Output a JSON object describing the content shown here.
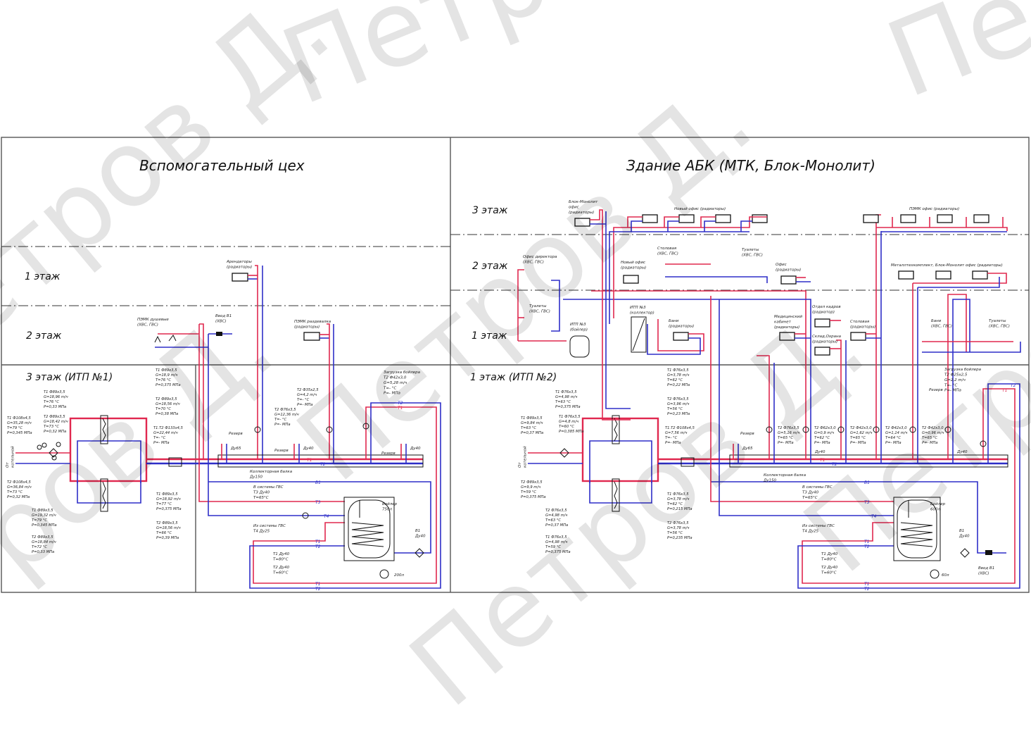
{
  "watermark": "Петров Д.",
  "left": {
    "title": "Вспомогательный цех",
    "floors": [
      "1 этаж",
      "2 этаж",
      "3 этаж (ИТП №1)"
    ],
    "labels": {
      "arendatory": [
        "Арендаторы",
        "(радиаторы)"
      ],
      "showers": [
        "ПЭМК душевые",
        "(ХВС, ГВС)"
      ],
      "water_inlet": [
        "Ввод В1",
        "(ХВС)"
      ],
      "locker": [
        "ПЭМК раздевалка",
        "(радиаторы)"
      ],
      "boiler_load": [
        "Загрузка бойлера",
        "Т2 Ф42х3,0",
        "G=5,28 m/ч",
        "T=- °C",
        "P=- МПа"
      ],
      "from_boiler_house": [
        "От",
        "котельной"
      ],
      "collector": [
        "Коллекторная балка",
        "Ду150"
      ],
      "reserve": "Резерв",
      "boiler": [
        "Бойлер",
        "750л"
      ],
      "exp_tank": "200л",
      "to_dhw": [
        "В системы ГВС",
        "Т3 Ду40",
        "T=65°C"
      ],
      "from_dhw": [
        "Из системы ГВС",
        "Т4 Ду25"
      ],
      "t1_du": [
        "Т1 Ду40",
        "T=80°C"
      ],
      "t2_du": [
        "Т2 Ду40",
        "T=60°C"
      ],
      "b1_du": [
        "В1",
        "Ду40"
      ],
      "du65": "Ду65",
      "du40": "Ду40"
    },
    "annotations": [
      [
        "Т1 Ф108х4,5",
        "G=35,28 m/ч",
        "T=79 °C",
        "P=0,345 МПа"
      ],
      [
        "Т2 Ф108х4,5",
        "G=36,84 m/ч",
        "T=73 °C",
        "P=0,32 МПа"
      ],
      [
        "Т1 Ф89х3,5",
        "G=18,96 m/ч",
        "T=76 °C",
        "P=0,33 МПа"
      ],
      [
        "Т2 Ф89х3,5",
        "G=18,42 m/ч",
        "T=73 °C",
        "P=0,32 МПа"
      ],
      [
        "Т1 Ф89х3,5",
        "G=18,9 m/ч",
        "T=76 °C",
        "P=0,375 МПа"
      ],
      [
        "Т2 Ф89х3,5",
        "G=18,56 m/ч",
        "T=70 °C",
        "P=0,38 МПа"
      ],
      [
        "Т1.Т2 Ф133х4,5",
        "G=22,44 m/ч",
        "T=- °C",
        "P=- МПа"
      ],
      [
        "Т1 Ф89х3,5",
        "G=18,92 m/ч",
        "T=77 °C",
        "P=0,375 МПа"
      ],
      [
        "Т2 Ф89х3,5",
        "G=18,56 m/ч",
        "T=66 °C",
        "P=0,39 МПа"
      ],
      [
        "Т1 Ф89х3,5",
        "G=19,32 m/ч",
        "T=79 °C",
        "P=0,345 МПа"
      ],
      [
        "Т2 Ф89х3,5",
        "G=18,84 m/ч",
        "T=72 °C",
        "P=0,33 МПа"
      ],
      [
        "Т2 Ф76х3,5",
        "G=12,36 m/ч",
        "T=- °C",
        "P=- МПа"
      ],
      [
        "Т2 Ф35х2,5",
        "G=4,2 m/ч",
        "T=- °C",
        "P=- МПа"
      ]
    ]
  },
  "right": {
    "title": "Здание АБК (МТК, Блок-Монолит)",
    "floors": [
      "3 этаж",
      "2 этаж",
      "1 этаж",
      "1 этаж (ИТП №2)"
    ],
    "labels": {
      "bm_office": [
        "Блок-Монолит",
        "офис",
        "(радиаторы)"
      ],
      "new_office3": "Новый офис (радиаторы)",
      "pemk_office": "ПЭМК офис (радиаторы)",
      "director": [
        "Офис директора",
        "(ХВС, ГВС)"
      ],
      "new_office2": [
        "Новый офис",
        "(радиаторы)"
      ],
      "canteen2": [
        "Столовая",
        "(ХВС, ГВС)"
      ],
      "toilets2": [
        "Туалеты",
        "(ХВС, ГВС)"
      ],
      "office2": [
        "Офис",
        "(радиаторы)"
      ],
      "metal": "Металлтехкомплект, Блок-Монолит офис (радиаторы)",
      "toilets1": [
        "Туалеты",
        "(ХВС, ГВС)"
      ],
      "itp3_boiler": [
        "ИТП №3",
        "(бойлер)"
      ],
      "itp3_coll": [
        "ИТП №3",
        "(коллектор)"
      ],
      "baths_rad": [
        "Бани",
        "(радиаторы)"
      ],
      "medical": [
        "Медицинский",
        "кабинет",
        "(радиаторы)"
      ],
      "hr": [
        "Отдел кадров",
        "(радиатор)"
      ],
      "warehouse": [
        "Склад,Охрана",
        "(радиаторы)"
      ],
      "canteen1": [
        "Столовая",
        "(радиаторы)"
      ],
      "baths_dhw": [
        "Бани",
        "(ХВС, ГВС)"
      ],
      "toilets1b": [
        "Туалеты",
        "(ХВС, ГВС)"
      ],
      "boiler_load": [
        "Загрузка бойлера",
        "Т2 Ф25х2,5",
        "G=2,2 m/ч",
        "T=- °C",
        "P=- МПа"
      ],
      "from_boiler_house": [
        "От",
        "котельной"
      ],
      "collector": [
        "Коллекторная балка",
        "Ду150"
      ],
      "reserve": "Резерв",
      "boiler": [
        "Бойлер",
        "600л"
      ],
      "exp_tank": "60л",
      "to_dhw": [
        "В системы ГВС",
        "Т3 Ду40",
        "T=65°C"
      ],
      "from_dhw": [
        "Из системы ГВС",
        "Т4 Ду25"
      ],
      "t1_du": [
        "Т1 Ду40",
        "T=80°C"
      ],
      "t2_du": [
        "Т2 Ду40",
        "T=60°C"
      ],
      "b1_du": [
        "В1",
        "Ду40"
      ],
      "water_inlet": [
        "Ввод В1",
        "(ХВС)"
      ],
      "du65": "Ду65",
      "du40": "Ду40"
    },
    "annotations": [
      [
        "Т1 Ф89х3,5",
        "G=9,84 m/ч",
        "T=63 °C",
        "P=0,37 МПа"
      ],
      [
        "Т2 Ф89х3,5",
        "G=9,9 m/ч",
        "T=59 °C",
        "P=0,375 МПа"
      ],
      [
        "Т1 Ф76х3,5",
        "G=4,98 m/ч",
        "T=63 °C",
        "P=0,375 МПа"
      ],
      [
        "Т1 Ф76х3,5",
        "G=4,8 m/ч",
        "T=60 °C",
        "P=0,385 МПа"
      ],
      [
        "Т1 Ф76х3,5",
        "G=3,78 m/ч",
        "T=62 °C",
        "P=0,22 МПа"
      ],
      [
        "Т2 Ф76х3,5",
        "G=3,96 m/ч",
        "T=56 °C",
        "P=0,23 МПа"
      ],
      [
        "Т1.Т2 Ф108х4,5",
        "G=7,56 m/ч",
        "T=- °C",
        "P=- МПа"
      ],
      [
        "Т1 Ф76х3,5",
        "G=3,78 m/ч",
        "T=62 °C",
        "P=0,215 МПа"
      ],
      [
        "Т2 Ф76х3,5",
        "G=3,78 m/ч",
        "T=56 °C",
        "P=0,235 МПа"
      ],
      [
        "Т2 Ф76х3,5",
        "G=4,98 m/ч",
        "T=63 °C",
        "P=0,37 МПа"
      ],
      [
        "Т1 Ф76х3,5",
        "G=4,98 m/ч",
        "T=59 °C",
        "P=0,375 МПа"
      ],
      [
        "Т2 Ф76х3,5",
        "G=5,16 m/ч",
        "T=65 °C",
        "P=- МПа"
      ],
      [
        "Т2 Ф62х3,0",
        "G=0,9 m/ч",
        "T=62 °C",
        "P=- МПа"
      ],
      [
        "Т2 Ф42х3,0",
        "G=1,62 m/ч",
        "T=65 °C",
        "P=- МПа"
      ],
      [
        "Т2 Ф42х3,0",
        "G=1,14 m/ч",
        "T=64 °C",
        "P=- МПа"
      ],
      [
        "Т2 Ф42х3,0",
        "G=0,96 m/ч",
        "T=65 °C",
        "P=- МПа"
      ]
    ]
  },
  "pipe_tags": {
    "t1": "Т1",
    "t2": "Т2",
    "t3": "Т3",
    "t4": "Т4",
    "b1": "В1"
  }
}
